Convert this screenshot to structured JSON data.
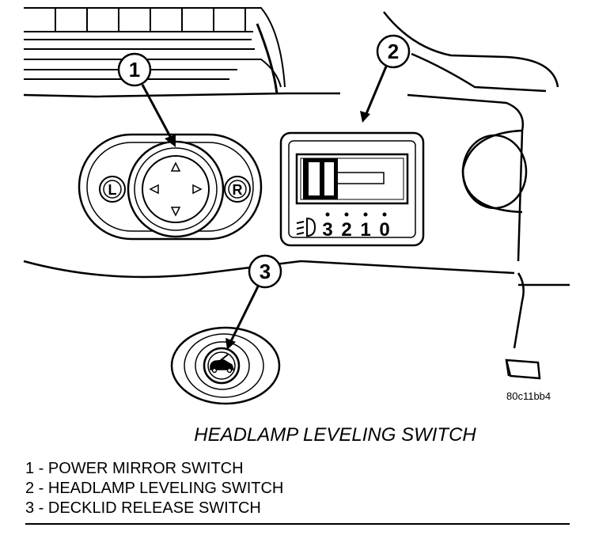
{
  "figure": {
    "code": "80c11bb4",
    "title": "HEADLAMP LEVELING SWITCH"
  },
  "callouts": [
    {
      "number": "1"
    },
    {
      "number": "2"
    },
    {
      "number": "3"
    }
  ],
  "mirror_switch": {
    "left_label": "L",
    "right_label": "R"
  },
  "leveling_switch": {
    "positions": [
      "3",
      "2",
      "1",
      "0"
    ]
  },
  "legend": [
    {
      "text": "1 - POWER MIRROR SWITCH"
    },
    {
      "text": "2 - HEADLAMP LEVELING SWITCH"
    },
    {
      "text": "3 - DECKLID RELEASE SWITCH"
    }
  ]
}
